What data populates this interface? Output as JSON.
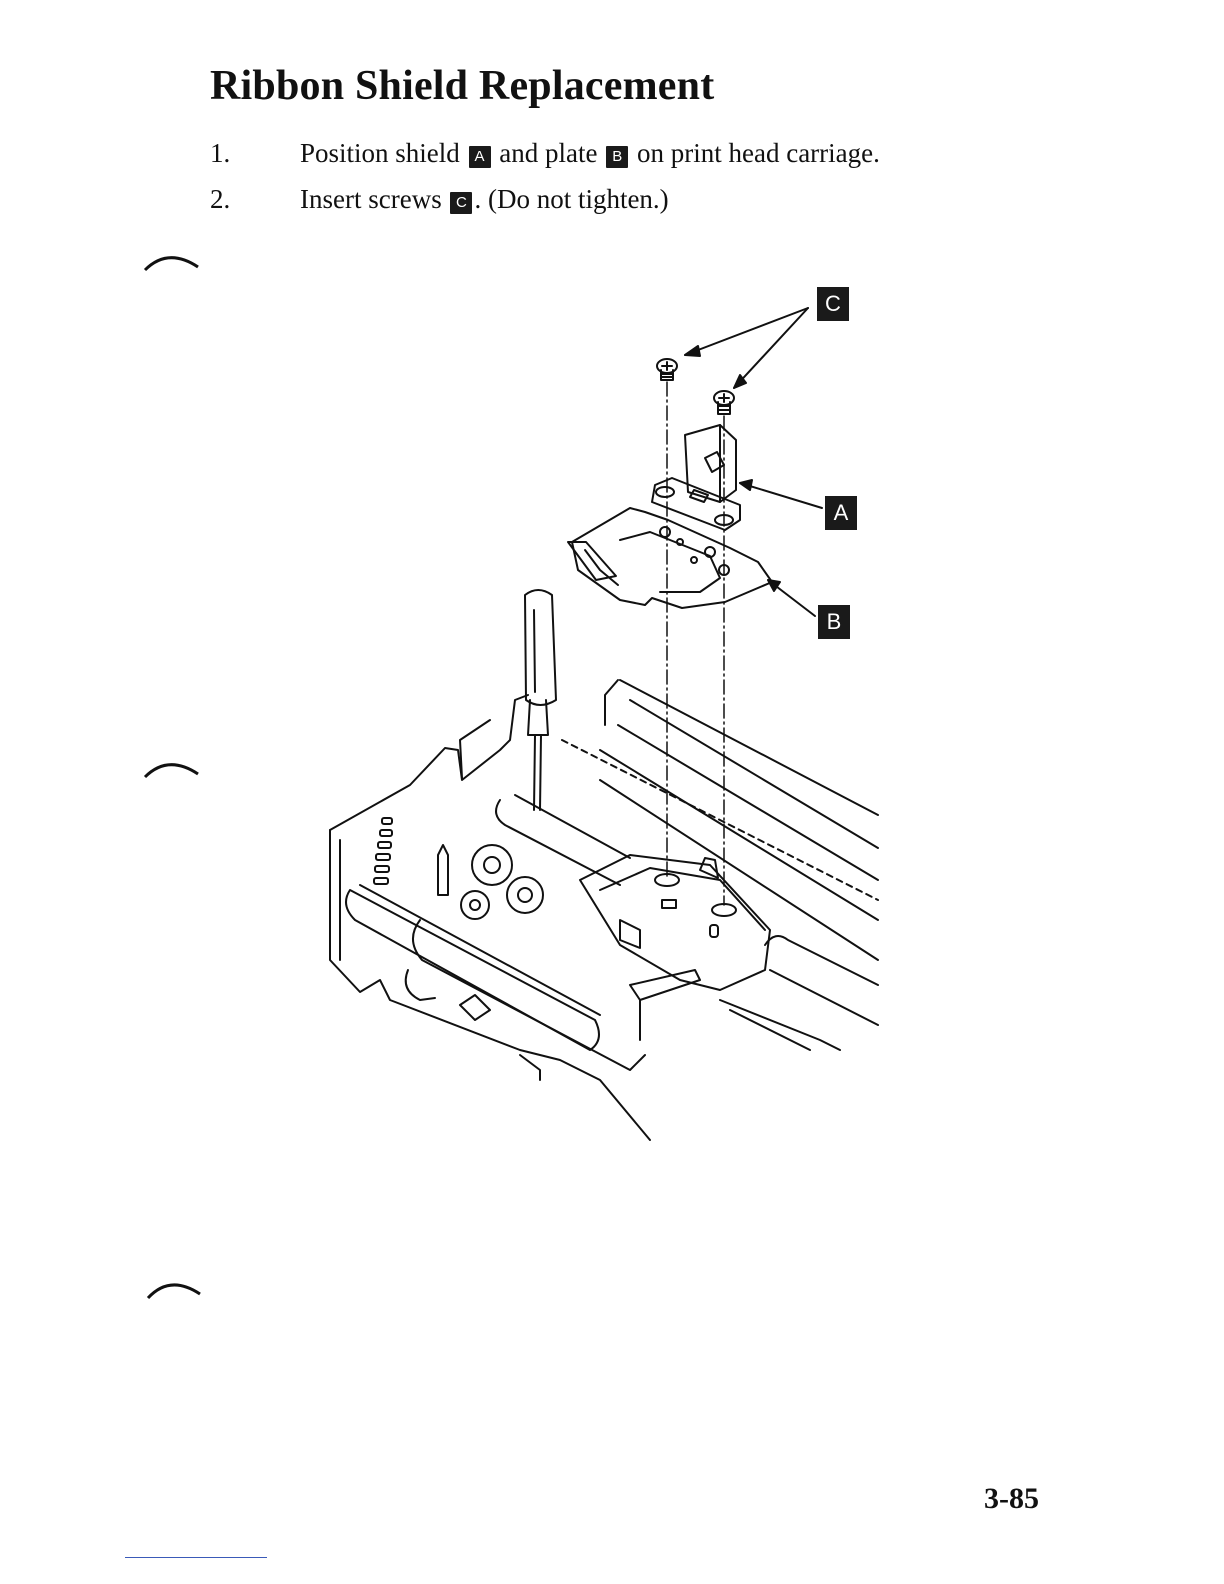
{
  "page": {
    "title": "Ribbon Shield Replacement",
    "page_number": "3-85"
  },
  "steps": [
    {
      "number": "1.",
      "parts": [
        "Position shield ",
        "A",
        " and plate ",
        "B",
        " on print head carriage."
      ]
    },
    {
      "number": "2.",
      "parts": [
        "Insert screws ",
        "C",
        ". (Do not tighten.)"
      ]
    }
  ],
  "figure": {
    "callouts": {
      "a": "A",
      "b": "B",
      "c": "C"
    },
    "icons": [
      "screw-icon",
      "screwdriver-icon",
      "ribbon-shield-icon",
      "plate-icon",
      "print-head-carriage-icon"
    ]
  },
  "colors": {
    "ink": "#1a1a1a",
    "paper": "#ffffff",
    "footer_rule": "#3a5ab8"
  }
}
